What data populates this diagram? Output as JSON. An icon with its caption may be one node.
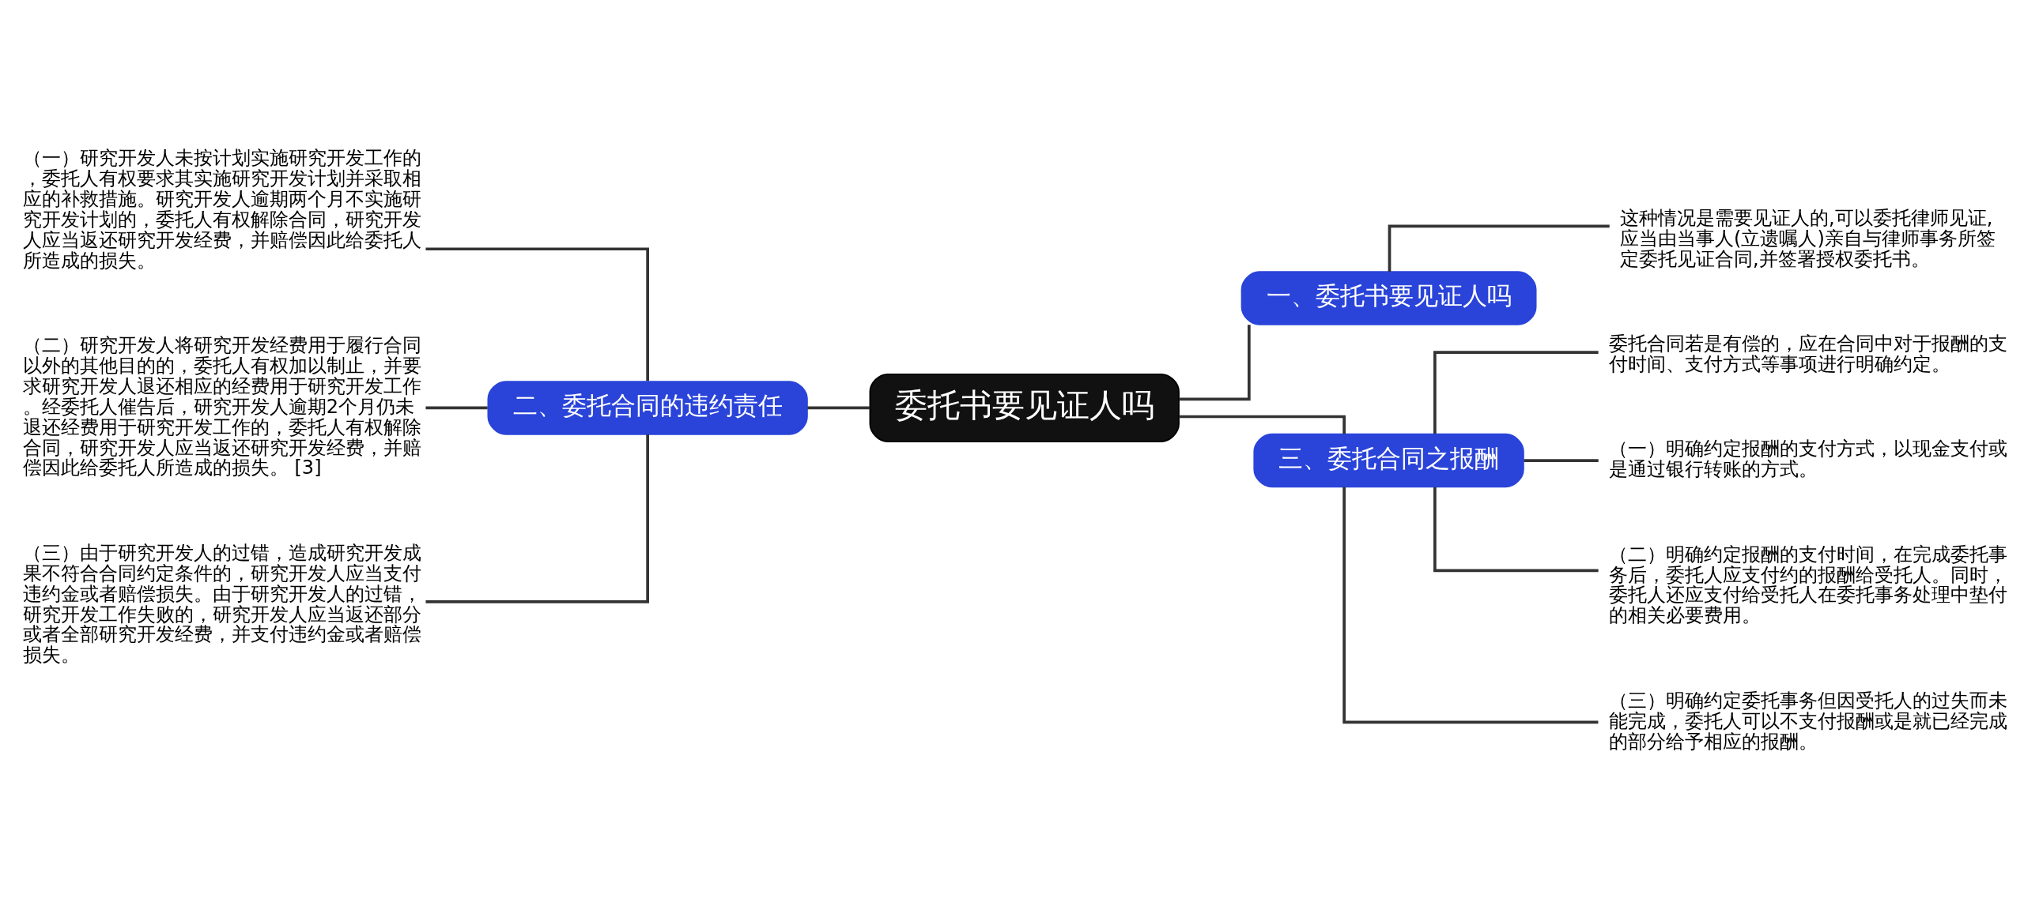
{
  "diagram": {
    "nodes": [
      {
        "text": [
          "委托书要见证人吗"
        ]
      },
      {
        "text": [
          "一、委托书要见证人吗"
        ]
      },
      {
        "text": [
          "这种情况是需要见证人的,可以委托律师见证,应当由当事人(立遗嘱人)亲自与律师事务所签定委托见证合同,并签署授权委托书。"
        ]
      },
      {
        "text": [
          "二、委托合同的违约责任"
        ]
      },
      {
        "text": [
          "（一）研究开发人未按计划实施研究开发工作的，委托人有权要求其实施研究开发计划并采取相应的补救措施。研究开发人逾期两个月不实施研究开发计划的，委托人有权解除合同，研究开发人应当返还研究开发经费，并赔偿因此给委托人所造成的损失。"
        ]
      },
      {
        "text": [
          "（二）研究开发人将研究开发经费用于履行合同以外的其他目的的，委托人有权加以制止，并要求研究开发人退还相应的经费用于研究开发工作。经委托人催告后，研究开发人逾期2个月仍未退还经费用于研究开发工作的，委托人有权解除合同，研究开发人应当返还研究开发经费，并赔偿因此给委托人所造成的损失。 [3]"
        ]
      },
      {
        "text": [
          "（三）由于研究开发人的过错，造成研究开发成果不符合合同约定条件的，研究开发人应当支付违约金或者赔偿损失。由于研究开发人的过错，研究开发工作失败的，研究开发人应当返还部分或者全部研究开发经费，并支付违约金或者赔偿损失。"
        ]
      },
      {
        "text": [
          "三、委托合同之报酬"
        ]
      },
      {
        "text": [
          "委托合同若是有偿的，应在合同中对于报酬的支付时间、支付方式等事项进行明确约定。"
        ]
      },
      {
        "text": [
          "（一）明确约定报酬的支付方式，以现金支付或是通过银行转账的方式。"
        ]
      },
      {
        "text": [
          "（二）明确约定报酬的支付时间，在完成委托事务后，委托人应支付约的报酬给受托人。同时，委托人还应支付给受托人在委托事务处理中垫付的相关必要费用。"
        ]
      },
      {
        "text": [
          "（三）明确约定委托事务但因受托人的过失而未能完成，委托人可以不支付报酬或是就已经完成的部分给予相应的报酬。"
        ]
      }
    ],
    "edges": [
      {
        "from": 0,
        "to": 1,
        "arrow": "none"
      },
      {
        "from": 1,
        "to": 2,
        "arrow": "none"
      },
      {
        "from": 0,
        "to": 3,
        "arrow": "none"
      },
      {
        "from": 3,
        "to": 4,
        "arrow": "none"
      },
      {
        "from": 3,
        "to": 5,
        "arrow": "none"
      },
      {
        "from": 3,
        "to": 6,
        "arrow": "none"
      },
      {
        "from": 0,
        "to": 7,
        "arrow": "none"
      },
      {
        "from": 7,
        "to": 8,
        "arrow": "none"
      },
      {
        "from": 7,
        "to": 9,
        "arrow": "none"
      },
      {
        "from": 7,
        "to": 10,
        "arrow": "none"
      },
      {
        "from": 7,
        "to": 11,
        "arrow": "none"
      }
    ]
  }
}
